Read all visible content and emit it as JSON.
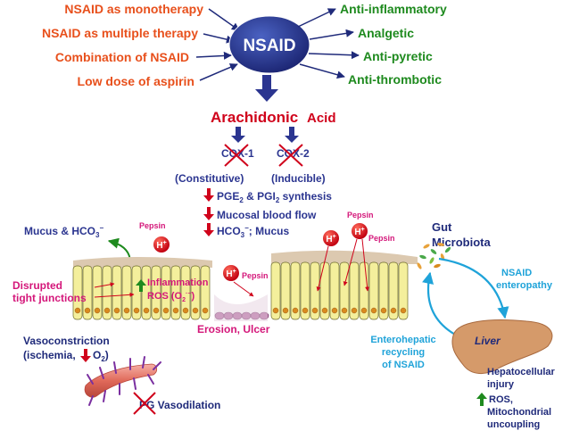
{
  "inputs": [
    "NSAID as monotherapy",
    "NSAID as multiple therapy",
    "Combination of NSAID",
    "Low dose of aspirin"
  ],
  "center_label": "NSAID",
  "effects": [
    "Anti-inflammatory",
    "Analgetic",
    "Anti-pyretic",
    "Anti-thrombotic"
  ],
  "arachidonic": {
    "part1": "Arachidonic",
    "part2": "Acid"
  },
  "cox": {
    "cox1": "COX-1",
    "cox2": "COX-2",
    "cox1_type": "(Constitutive)",
    "cox2_type": "(Inducible)"
  },
  "consequences": {
    "pge": "PGE",
    "sub2a": "2",
    "amp": " & PGI",
    "sub2b": "2",
    "synth": " synthesis",
    "blood_flow": "Mucosal blood flow",
    "hco3": "HCO",
    "hco3_sub": "3",
    "hco3_sup": "−",
    "hco3_rest": "; Mucus"
  },
  "mucus_label": {
    "text": "Mucus & HCO",
    "sub": "3",
    "sup": "−"
  },
  "pepsin": "Pepsin",
  "h_plus": "H",
  "h_sup": "+",
  "tight_junctions": {
    "line1": "Disrupted",
    "line2": "tight junctions"
  },
  "inflammation": {
    "line1": "Inflammation",
    "line2": "ROS (O",
    "sub": "2",
    "sup": "·−",
    "close": ")"
  },
  "erosion": "Erosion, Ulcer",
  "gut_microbiota": {
    "line1": "Gut",
    "line2": "Microbiota"
  },
  "enteropathy": {
    "line1": "NSAID",
    "line2": "enteropathy"
  },
  "enterohepatic": {
    "line1": "Enterohepatic",
    "line2": "recycling",
    "line3": "of NSAID"
  },
  "liver": "Liver",
  "hepatic": {
    "line1": "Hepatocellular",
    "line2": "injury",
    "line3": "ROS,",
    "line4": "Mitochondrial",
    "line5": "uncoupling"
  },
  "vaso": {
    "line1": "Vasoconstriction",
    "line2a": "(ischemia, ",
    "line2b": "O",
    "line2sub": "2",
    "line2c": ")"
  },
  "vasodilation": {
    "pg": "PG",
    "text": " Vasodilation"
  },
  "colors": {
    "orange": "#e8501c",
    "green": "#1e8a1e",
    "navy": "#1f2a7a",
    "blue": "#2b3590",
    "red": "#d0021b",
    "magenta": "#d4177a",
    "cyan": "#1fa3d9",
    "cell": "#f4ef9c",
    "liver": "#d59a6a"
  }
}
